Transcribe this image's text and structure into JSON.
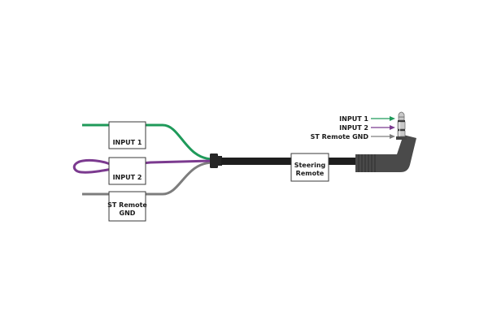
{
  "tags": {
    "input1": "INPUT 1",
    "input2": "INPUT 2",
    "st_gnd_line1": "ST Remote",
    "st_gnd_line2": "GND",
    "remote_line1": "Steering",
    "remote_line2": "Remote"
  },
  "callouts": {
    "input1": "INPUT 1",
    "input2": "INPUT 2",
    "st_gnd": "ST Remote GND"
  },
  "colors": {
    "green_wire": "#1f9a5a",
    "purple_wire": "#7b3a8f",
    "gray_wire": "#7d7d7d",
    "cable": "#1e1e1e",
    "tag_border": "#3a3a3a"
  }
}
